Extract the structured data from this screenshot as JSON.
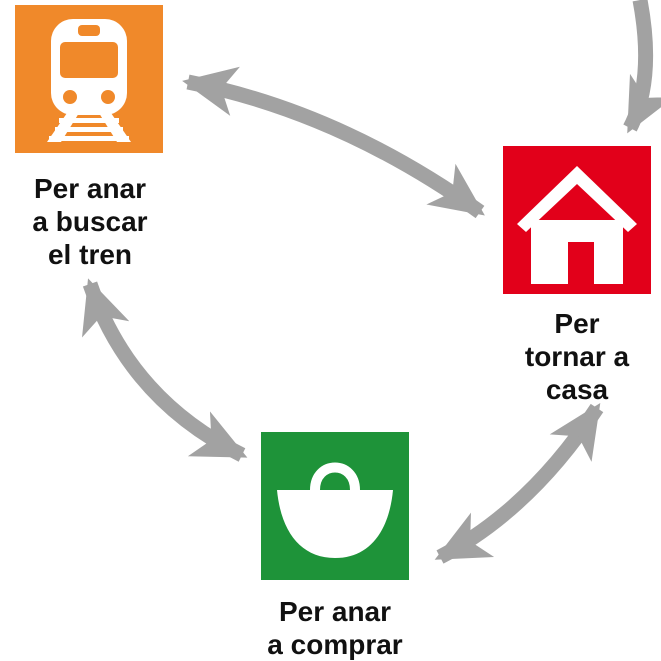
{
  "nodes": {
    "train": {
      "label_lines": [
        "Per anar",
        "a buscar",
        "el tren"
      ],
      "icon": "train-icon",
      "color": "#F0892A"
    },
    "home": {
      "label_lines": [
        "Per",
        "tornar a",
        "casa"
      ],
      "icon": "house-icon",
      "color": "#E2001A"
    },
    "shop": {
      "label_lines": [
        "Per anar",
        "a comprar"
      ],
      "icon": "shopping-basket-icon",
      "color": "#1E9339"
    }
  },
  "connectors": [
    {
      "from": "train",
      "to": "home",
      "type": "bidirectional"
    },
    {
      "from": "train",
      "to": "shop",
      "type": "bidirectional"
    },
    {
      "from": "shop",
      "to": "home",
      "type": "bidirectional"
    },
    {
      "from": "offscreen",
      "to": "home",
      "type": "unidirectional"
    }
  ],
  "colors": {
    "arrow": "#A2A2A2",
    "text": "#111111"
  }
}
